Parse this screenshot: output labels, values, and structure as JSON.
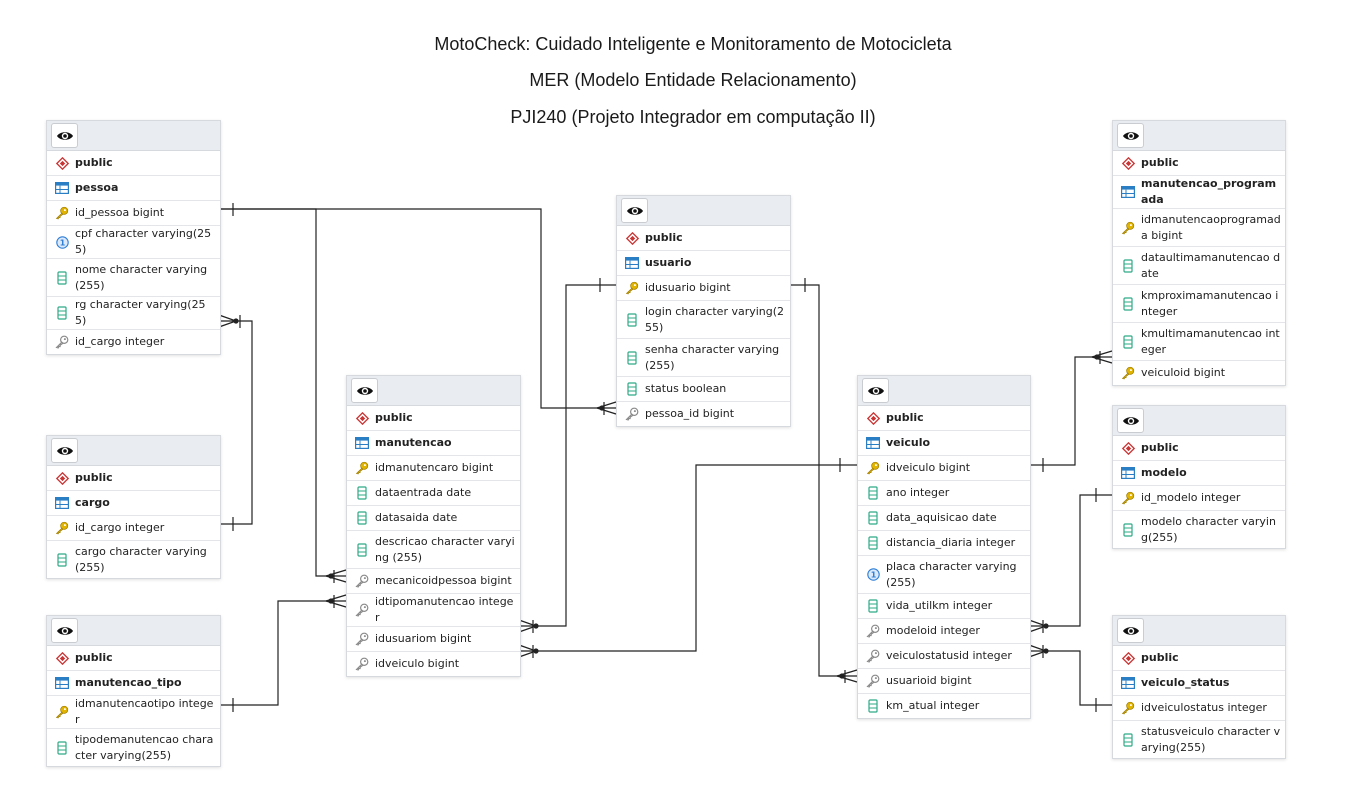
{
  "title": {
    "line1": "MotoCheck: Cuidado Inteligente e Monitoramento de Motocicleta",
    "line2": "MER (Modelo Entidade Relacionamento)",
    "line3": "PJI240 (Projeto Integrador em computação II)"
  },
  "colors": {
    "pk": "#e0b400",
    "fk": "#8a8a8a",
    "col": "#2eaa86",
    "uq": "#2f7fd6",
    "schema": "#cc3333",
    "table": "#2a7fc4",
    "header": "#e9ecf1"
  },
  "tables": {
    "pessoa": {
      "schema": "public",
      "name": "pessoa",
      "columns": [
        "id_pessoa bigint",
        "cpf character varying(255)",
        "nome character varying(255)",
        "rg character varying(255)",
        "id_cargo integer"
      ]
    },
    "cargo": {
      "schema": "public",
      "name": "cargo",
      "columns": [
        "id_cargo integer",
        "cargo character varying(255)"
      ]
    },
    "manutencao_tipo": {
      "schema": "public",
      "name": "manutencao_tipo",
      "columns": [
        "idmanutencaotipo integer",
        "tipodemanutencao character varying(255)"
      ]
    },
    "manutencao": {
      "schema": "public",
      "name": "manutencao",
      "columns": [
        "idmanutencaro bigint",
        "dataentrada date",
        "datasaida date",
        "descricao character varying (255)",
        "mecanicoidpessoa bigint",
        "idtipomanutencao integer",
        "idusuariom bigint",
        "idveiculo bigint"
      ]
    },
    "usuario": {
      "schema": "public",
      "name": "usuario",
      "columns": [
        "idusuario bigint",
        "login character varying(255)",
        "senha character varying(255)",
        "status boolean",
        "pessoa_id bigint"
      ]
    },
    "veiculo": {
      "schema": "public",
      "name": "veiculo",
      "columns": [
        "idveiculo bigint",
        "ano integer",
        "data_aquisicao date",
        "distancia_diaria integer",
        "placa character varying(255)",
        "vida_utilkm integer",
        "modeloid integer",
        "veiculostatusid integer",
        "usuarioid bigint",
        "km_atual integer"
      ]
    },
    "manutencao_programada": {
      "schema": "public",
      "name": "manutencao_programada",
      "columns": [
        "idmanutencaoprogramada bigint",
        "dataultimamanutencao date",
        "kmproximamanutencao integer",
        "kmultimamanutencao integer",
        "veiculoid bigint"
      ]
    },
    "modelo": {
      "schema": "public",
      "name": "modelo",
      "columns": [
        "id_modelo integer",
        "modelo character varying(255)"
      ]
    },
    "veiculo_status": {
      "schema": "public",
      "name": "veiculo_status",
      "columns": [
        "idveiculostatus integer",
        "statusveiculo character varying(255)"
      ]
    }
  }
}
